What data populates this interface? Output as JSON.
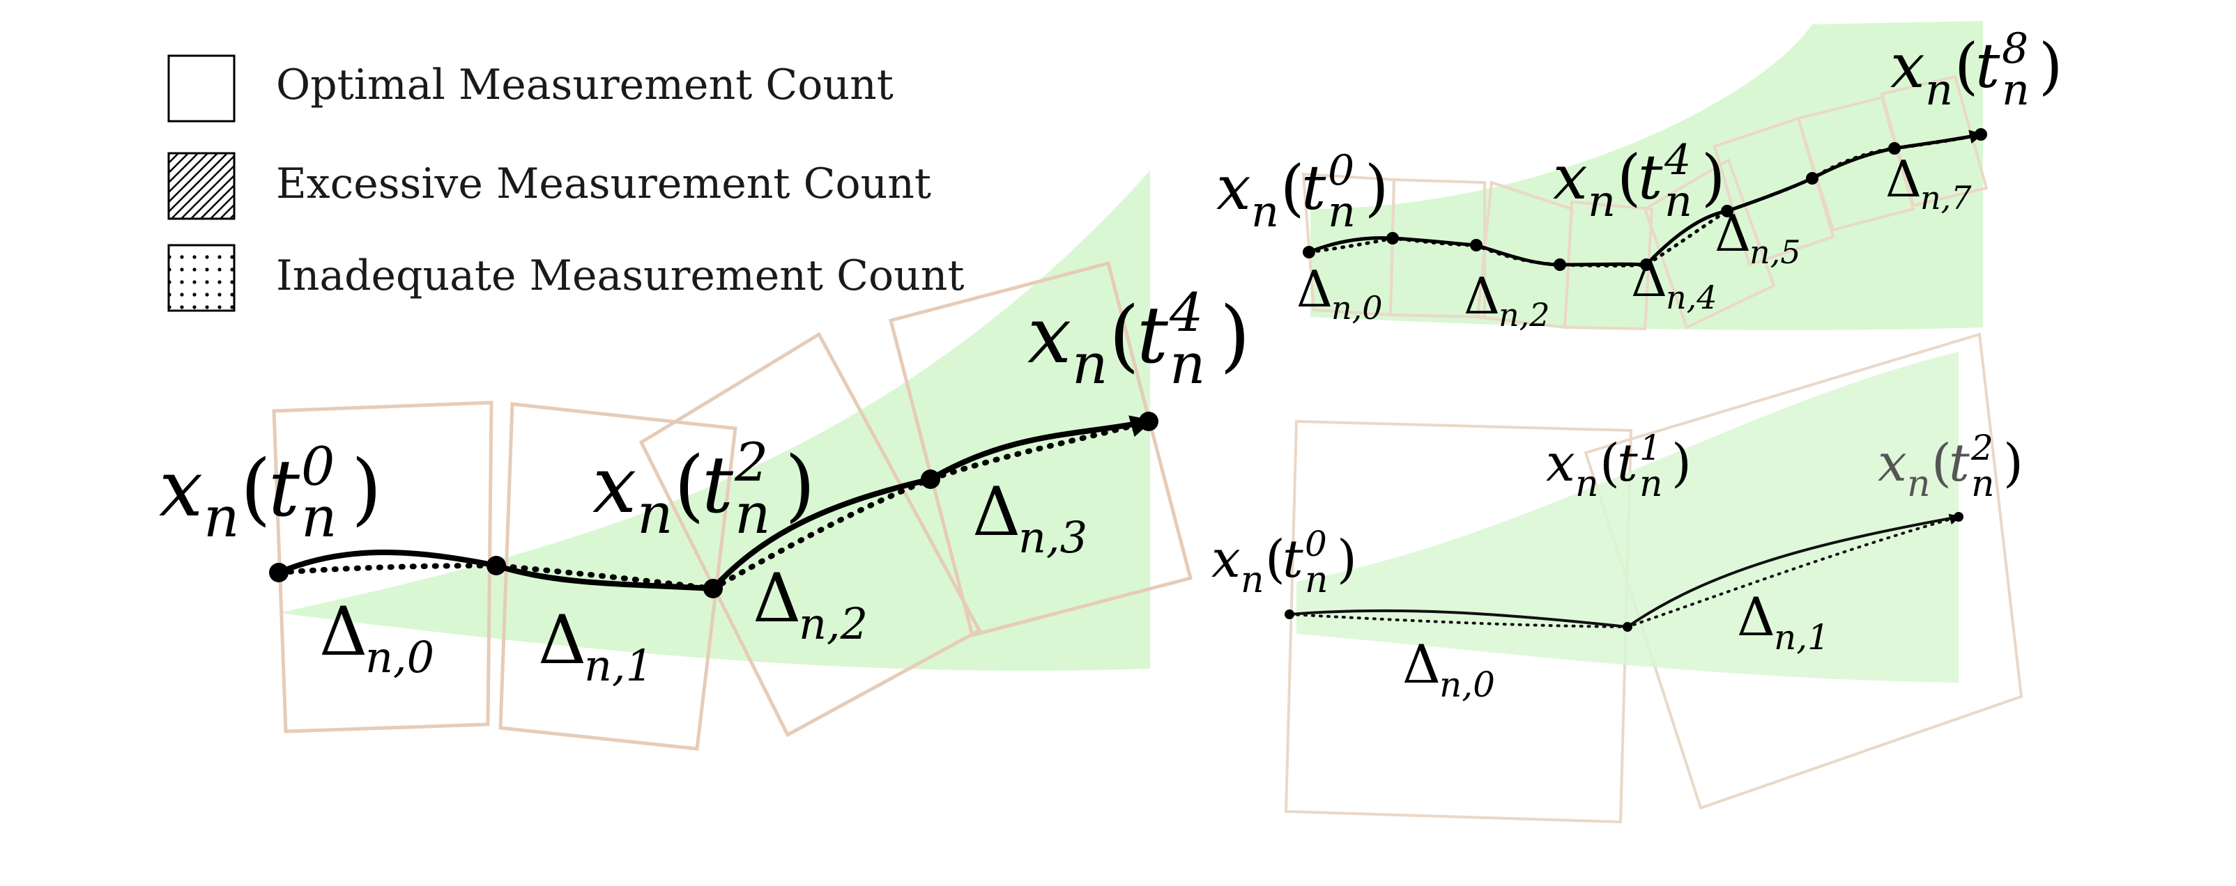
{
  "legend": {
    "optimal": "Optimal Measurement Count",
    "excessive": "Excessive Measurement Count",
    "inadequate": "Inadequate Measurement Count"
  },
  "colors": {
    "uncertainty_fill": "#d9f7d3",
    "cell_outline": "#e6ccb8",
    "trajectory": "#000000"
  },
  "panels": {
    "optimal": {
      "points": [
        "t⁰",
        "t²",
        "t⁴"
      ],
      "deltas": [
        "0",
        "1",
        "2",
        "3"
      ]
    },
    "excessive": {
      "points": [
        "t⁰",
        "t⁴",
        "t⁸"
      ],
      "deltas": [
        "0",
        "2",
        "4",
        "5",
        "7"
      ]
    },
    "inadequate": {
      "points": [
        "t⁰",
        "t¹",
        "t²"
      ],
      "deltas": [
        "0",
        "1"
      ]
    }
  }
}
